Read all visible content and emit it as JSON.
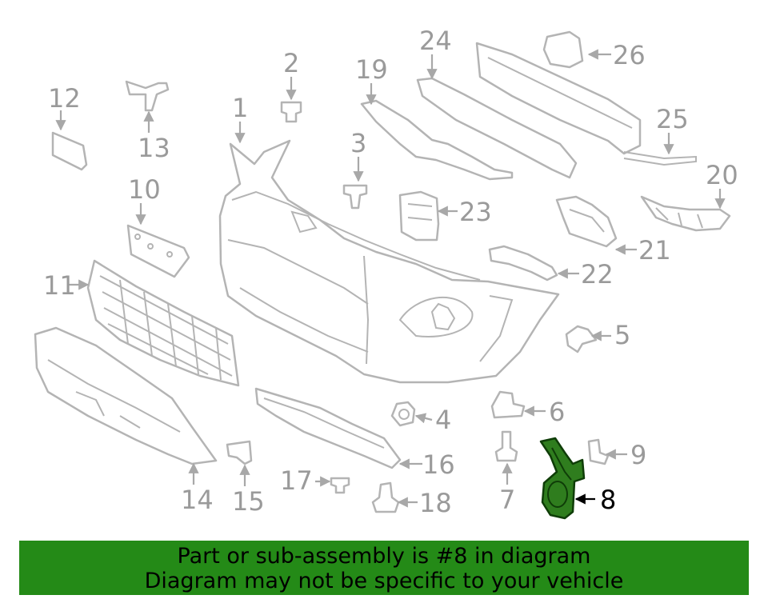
{
  "selected_part": "8",
  "highlight_color": "#2f7d1e",
  "banner_color": "#248a17",
  "banner": {
    "line1": "Part or sub-assembly is #8 in diagram",
    "line2": "Diagram may not be specific to your vehicle"
  },
  "callouts": [
    "1",
    "2",
    "3",
    "4",
    "5",
    "6",
    "7",
    "8",
    "9",
    "10",
    "11",
    "12",
    "13",
    "14",
    "15",
    "16",
    "17",
    "18",
    "19",
    "20",
    "21",
    "22",
    "23",
    "24",
    "25",
    "26"
  ]
}
